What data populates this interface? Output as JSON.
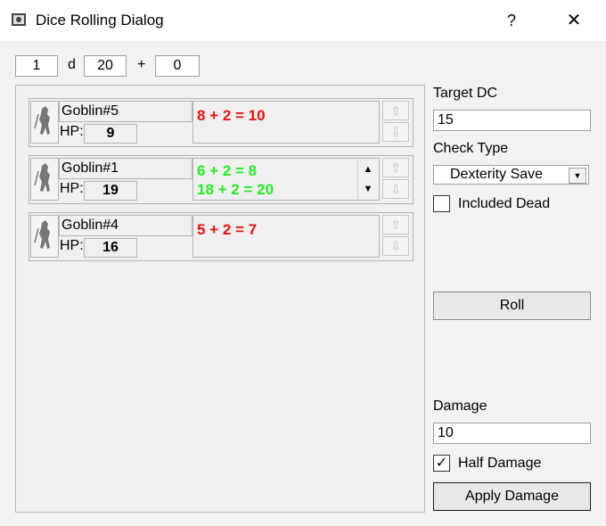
{
  "window": {
    "title": "Dice Rolling Dialog",
    "help_glyph": "?",
    "close_glyph": "✕"
  },
  "dice": {
    "count": "1",
    "d_label": "d",
    "sides": "20",
    "plus_label": "+",
    "modifier": "0"
  },
  "combatants": [
    {
      "name": "Goblin#5",
      "hp_label": "HP:",
      "hp": "9",
      "rolls": [
        {
          "text": "8 + 2 = 10",
          "color": "#ee1111"
        }
      ],
      "has_scroll": false
    },
    {
      "name": "Goblin#1",
      "hp_label": "HP:",
      "hp": "19",
      "rolls": [
        {
          "text": "6 + 2 = 8",
          "color": "#22ee22"
        },
        {
          "text": "18 + 2 = 20",
          "color": "#22ee22"
        }
      ],
      "has_scroll": true
    },
    {
      "name": "Goblin#4",
      "hp_label": "HP:",
      "hp": "16",
      "rolls": [
        {
          "text": "5 + 2 = 7",
          "color": "#ee1111"
        }
      ],
      "has_scroll": false
    }
  ],
  "controls": {
    "target_dc_label": "Target DC",
    "target_dc": "15",
    "check_type_label": "Check Type",
    "check_type": "Dexterity Save",
    "include_dead_label": "Included Dead",
    "include_dead_checked": false,
    "roll_label": "Roll",
    "damage_label": "Damage",
    "damage": "10",
    "half_damage_label": "Half Damage",
    "half_damage_checked": true,
    "apply_damage_label": "Apply Damage"
  },
  "colors": {
    "failed_roll": "#ee1111",
    "passed_roll": "#22ee22"
  },
  "icons": {
    "move_up": "⇧",
    "move_down": "⇩",
    "scroll_up": "▲",
    "scroll_down": "▼",
    "dropdown": "▼",
    "check": "✓"
  }
}
